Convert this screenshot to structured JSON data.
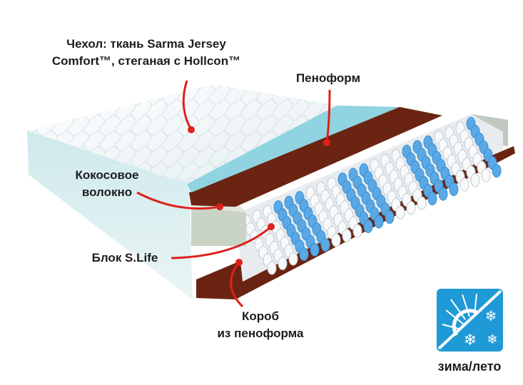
{
  "labels": {
    "cover_line1": "Чехол: ткань Sarma Jersey",
    "cover_line2": "Comfort™, стеганая с Hollcon™",
    "foam": "Пеноформ",
    "coconut_line1": "Кокосовое",
    "coconut_line2": "волокно",
    "spring_block": "Блок S.Life",
    "box_line1": "Короб",
    "box_line2": "из пеноформа"
  },
  "badge": {
    "icon": "winter-summer-icon",
    "label": "зима/лето",
    "color": "#1f9ad6"
  },
  "colors": {
    "leader_line": "#e0201b",
    "coconut": "#6b2412",
    "spring_blue": "#5aa9e6"
  }
}
